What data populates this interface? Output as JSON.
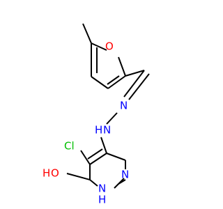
{
  "molecule": {
    "atoms": {
      "furan_oxygen": {
        "symbol": "O",
        "color": "#ff0000"
      },
      "imine_nitrogen": {
        "symbol": "N",
        "color": "#0000ff"
      },
      "hydrazine_nh": {
        "symbol": "N",
        "hydrogen": "H",
        "color": "#0000ff"
      },
      "chlorine": {
        "symbol": "Cl",
        "color": "#00bf00"
      },
      "ring_nitrogen_top": {
        "symbol": "N",
        "color": "#0000ff"
      },
      "ring_nh": {
        "symbol": "N",
        "hydrogen": "H",
        "color": "#0000ff"
      },
      "hydroxyl": {
        "hydrogen": "H",
        "symbol": "O",
        "color": "#ff0000"
      }
    },
    "colors": {
      "bond": "#000000",
      "oxygen": "#ff0000",
      "nitrogen": "#0000ff",
      "chlorine": "#00bf00"
    }
  }
}
